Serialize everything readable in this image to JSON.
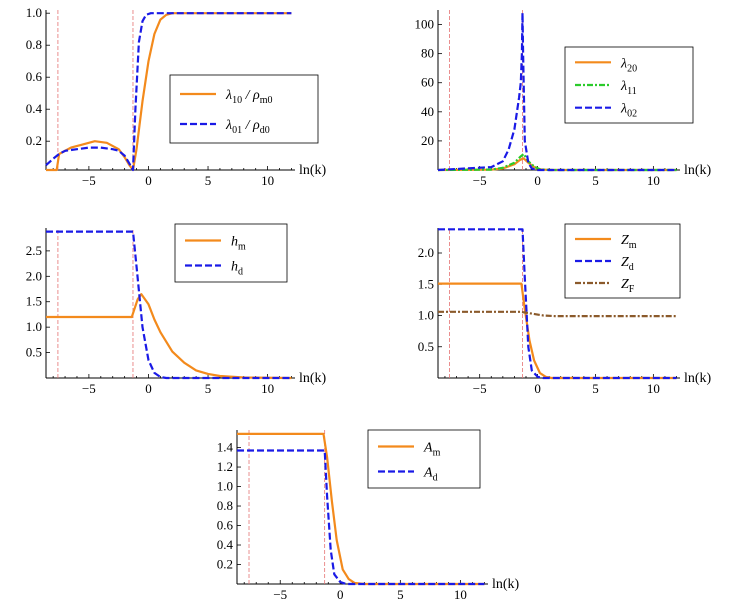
{
  "colors": {
    "m": "#F38A1C",
    "d": "#1A1AE6",
    "g": "#2BCB2B",
    "F": "#8B5A2B",
    "ref": "#E57373"
  },
  "chart_data": [
    {
      "id": "lambda1",
      "type": "line",
      "xlabel": "ln(k)",
      "xlim": [
        -8.6,
        12.3
      ],
      "ylim": [
        0.02,
        1.02
      ],
      "xticks": [
        -5,
        0,
        5,
        10
      ],
      "yticks": [
        0.2,
        0.4,
        0.6,
        0.8,
        1.0
      ],
      "ytick_labels": [
        "0.2",
        "0.4",
        "0.6",
        "0.8",
        "1.0"
      ],
      "vlines": [
        -7.6,
        -1.3
      ],
      "legend": [
        {
          "base": "λ",
          "sub": "10",
          "suffix": " / ρ",
          "sub2": "m0",
          "color_key": "m",
          "dash": "solid"
        },
        {
          "base": "λ",
          "sub": "01",
          "suffix": " / ρ",
          "sub2": "d0",
          "color_key": "d",
          "dash": "dash"
        }
      ],
      "series": [
        {
          "name": "λ10 / ρm0",
          "color_key": "m",
          "dash": "solid",
          "x": [
            -8.6,
            -7.7,
            -7.5,
            -6.5,
            -5.5,
            -4.5,
            -3.5,
            -2.5,
            -2.0,
            -1.6,
            -1.3,
            -1.0,
            -0.5,
            0.0,
            0.5,
            1.0,
            1.5,
            2.0,
            12.0
          ],
          "y": [
            0.02,
            0.02,
            0.12,
            0.16,
            0.18,
            0.2,
            0.19,
            0.15,
            0.1,
            0.05,
            0.02,
            0.15,
            0.45,
            0.7,
            0.87,
            0.96,
            0.99,
            1.0,
            1.0
          ]
        },
        {
          "name": "λ01 / ρd0",
          "color_key": "d",
          "dash": "dash",
          "x": [
            -8.6,
            -8.0,
            -7.5,
            -7.0,
            -6.0,
            -5.0,
            -4.0,
            -3.0,
            -2.5,
            -2.0,
            -1.6,
            -1.3,
            -1.1,
            -0.8,
            -0.5,
            -0.2,
            0.2,
            0.5,
            12.0
          ],
          "y": [
            0.05,
            0.09,
            0.12,
            0.14,
            0.15,
            0.16,
            0.16,
            0.15,
            0.14,
            0.11,
            0.06,
            0.02,
            0.4,
            0.82,
            0.95,
            0.99,
            1.0,
            1.0,
            1.0
          ]
        }
      ]
    },
    {
      "id": "lambda2",
      "type": "line",
      "xlabel": "ln(k)",
      "xlim": [
        -8.6,
        12.3
      ],
      "ylim": [
        0,
        110
      ],
      "xticks": [
        -5,
        0,
        5,
        10
      ],
      "yticks": [
        20,
        40,
        60,
        80,
        100
      ],
      "ytick_labels": [
        "20",
        "40",
        "60",
        "80",
        "100"
      ],
      "vlines": [
        -7.6,
        -1.3
      ],
      "legend": [
        {
          "base": "λ",
          "sub": "20",
          "color_key": "m",
          "dash": "solid"
        },
        {
          "base": "λ",
          "sub": "11",
          "color_key": "g",
          "dash": "dotdash"
        },
        {
          "base": "λ",
          "sub": "02",
          "color_key": "d",
          "dash": "dash"
        }
      ],
      "series": [
        {
          "name": "λ20",
          "color_key": "m",
          "dash": "solid",
          "x": [
            -8.6,
            -4.0,
            -3.0,
            -2.0,
            -1.5,
            -1.2,
            -0.8,
            -0.3,
            0.2,
            1.0,
            12.0
          ],
          "y": [
            0,
            0.2,
            1.0,
            4.0,
            7.0,
            8.0,
            5.0,
            2.0,
            0.5,
            0,
            0
          ]
        },
        {
          "name": "λ11",
          "color_key": "g",
          "dash": "dotdash",
          "x": [
            -8.6,
            -4.0,
            -3.0,
            -2.0,
            -1.5,
            -1.2,
            -0.8,
            -0.3,
            0.2,
            1.0,
            12.0
          ],
          "y": [
            0,
            0.3,
            1.5,
            5.0,
            9.0,
            11.0,
            6.0,
            2.5,
            0.5,
            0,
            0
          ]
        },
        {
          "name": "λ02",
          "color_key": "d",
          "dash": "dash",
          "x": [
            -8.6,
            -4.0,
            -3.0,
            -2.5,
            -2.0,
            -1.6,
            -1.45,
            -1.35,
            -1.3,
            -1.25,
            -1.1,
            -0.8,
            -0.5,
            0.0,
            12.0
          ],
          "y": [
            0,
            2,
            6,
            14,
            28,
            50,
            60,
            80,
            108,
            80,
            20,
            5,
            1,
            0,
            0
          ]
        }
      ]
    },
    {
      "id": "h",
      "type": "line",
      "xlabel": "ln(k)",
      "xlim": [
        -8.6,
        12.3
      ],
      "ylim": [
        0,
        2.95
      ],
      "xticks": [
        -5,
        0,
        5,
        10
      ],
      "yticks": [
        0.5,
        1.0,
        1.5,
        2.0,
        2.5
      ],
      "ytick_labels": [
        "0.5",
        "1.0",
        "1.5",
        "2.0",
        "2.5"
      ],
      "vlines": [
        -7.6,
        -1.3
      ],
      "legend": [
        {
          "base": "h",
          "sub": "m",
          "color_key": "m",
          "dash": "solid"
        },
        {
          "base": "h",
          "sub": "d",
          "color_key": "d",
          "dash": "dash"
        }
      ],
      "series": [
        {
          "name": "hm",
          "color_key": "m",
          "dash": "solid",
          "x": [
            -8.6,
            -1.4,
            -0.9,
            -0.6,
            0.0,
            0.5,
            1.0,
            2.0,
            3.0,
            4.0,
            5.0,
            6.0,
            8.0,
            12.0
          ],
          "y": [
            1.2,
            1.2,
            1.55,
            1.65,
            1.45,
            1.15,
            0.9,
            0.52,
            0.3,
            0.15,
            0.08,
            0.04,
            0.01,
            0.0
          ]
        },
        {
          "name": "hd",
          "color_key": "d",
          "dash": "dash",
          "x": [
            -8.6,
            -1.3,
            -1.0,
            -0.5,
            0.0,
            0.5,
            1.0,
            1.5,
            12.0
          ],
          "y": [
            2.88,
            2.88,
            2.2,
            1.0,
            0.35,
            0.1,
            0.02,
            0.0,
            0.0
          ]
        }
      ]
    },
    {
      "id": "Z",
      "type": "line",
      "xlabel": "ln(k)",
      "xlim": [
        -8.6,
        12.3
      ],
      "ylim": [
        0,
        2.4
      ],
      "xticks": [
        -5,
        0,
        5,
        10
      ],
      "yticks": [
        0.5,
        1.0,
        1.5,
        2.0
      ],
      "ytick_labels": [
        "0.5",
        "1.0",
        "1.5",
        "2.0"
      ],
      "vlines": [
        -7.6,
        -1.3
      ],
      "legend": [
        {
          "base": "Z",
          "sub": "m",
          "color_key": "m",
          "dash": "solid"
        },
        {
          "base": "Z",
          "sub": "d",
          "color_key": "d",
          "dash": "dash"
        },
        {
          "base": "Z",
          "sub": "F",
          "color_key": "F",
          "dash": "dotdash"
        }
      ],
      "series": [
        {
          "name": "Zm",
          "color_key": "m",
          "dash": "solid",
          "x": [
            -8.6,
            -1.4,
            -1.1,
            -0.7,
            -0.3,
            0.2,
            0.7,
            1.2,
            12.0
          ],
          "y": [
            1.51,
            1.51,
            1.1,
            0.6,
            0.28,
            0.08,
            0.02,
            0.0,
            0.0
          ]
        },
        {
          "name": "Zd",
          "color_key": "d",
          "dash": "dash",
          "x": [
            -8.6,
            -1.3,
            -1.1,
            -0.8,
            -0.5,
            0.0,
            0.5,
            12.0
          ],
          "y": [
            2.38,
            2.38,
            1.6,
            0.5,
            0.12,
            0.02,
            0.0,
            0.0
          ]
        },
        {
          "name": "ZF",
          "color_key": "F",
          "dash": "dotdash",
          "x": [
            -8.6,
            -1.5,
            -0.5,
            0.5,
            1.5,
            3.0,
            12.0
          ],
          "y": [
            1.06,
            1.06,
            1.03,
            1.0,
            0.99,
            0.99,
            0.99
          ]
        }
      ]
    },
    {
      "id": "A",
      "type": "line",
      "xlabel": "ln(k)",
      "xlim": [
        -8.6,
        12.3
      ],
      "ylim": [
        0,
        1.58
      ],
      "xticks": [
        -5,
        0,
        5,
        10
      ],
      "yticks": [
        0.2,
        0.4,
        0.6,
        0.8,
        1.0,
        1.2,
        1.4
      ],
      "ytick_labels": [
        "0.2",
        "0.4",
        "0.6",
        "0.8",
        "1.0",
        "1.2",
        "1.4"
      ],
      "vlines": [
        -7.6,
        -1.3
      ],
      "legend": [
        {
          "base": "A",
          "sub": "m",
          "color_key": "m",
          "dash": "solid"
        },
        {
          "base": "A",
          "sub": "d",
          "color_key": "d",
          "dash": "dash"
        }
      ],
      "series": [
        {
          "name": "Am",
          "color_key": "m",
          "dash": "solid",
          "x": [
            -8.6,
            -1.4,
            -1.1,
            -0.7,
            -0.3,
            0.2,
            0.7,
            1.2,
            2.0,
            12.0
          ],
          "y": [
            1.54,
            1.54,
            1.3,
            0.85,
            0.45,
            0.15,
            0.05,
            0.01,
            0.0,
            0.0
          ]
        },
        {
          "name": "Ad",
          "color_key": "d",
          "dash": "dash",
          "x": [
            -8.6,
            -1.3,
            -1.1,
            -0.8,
            -0.5,
            0.0,
            0.5,
            12.0
          ],
          "y": [
            1.37,
            1.37,
            0.9,
            0.35,
            0.1,
            0.02,
            0.0,
            0.0
          ]
        }
      ]
    }
  ]
}
